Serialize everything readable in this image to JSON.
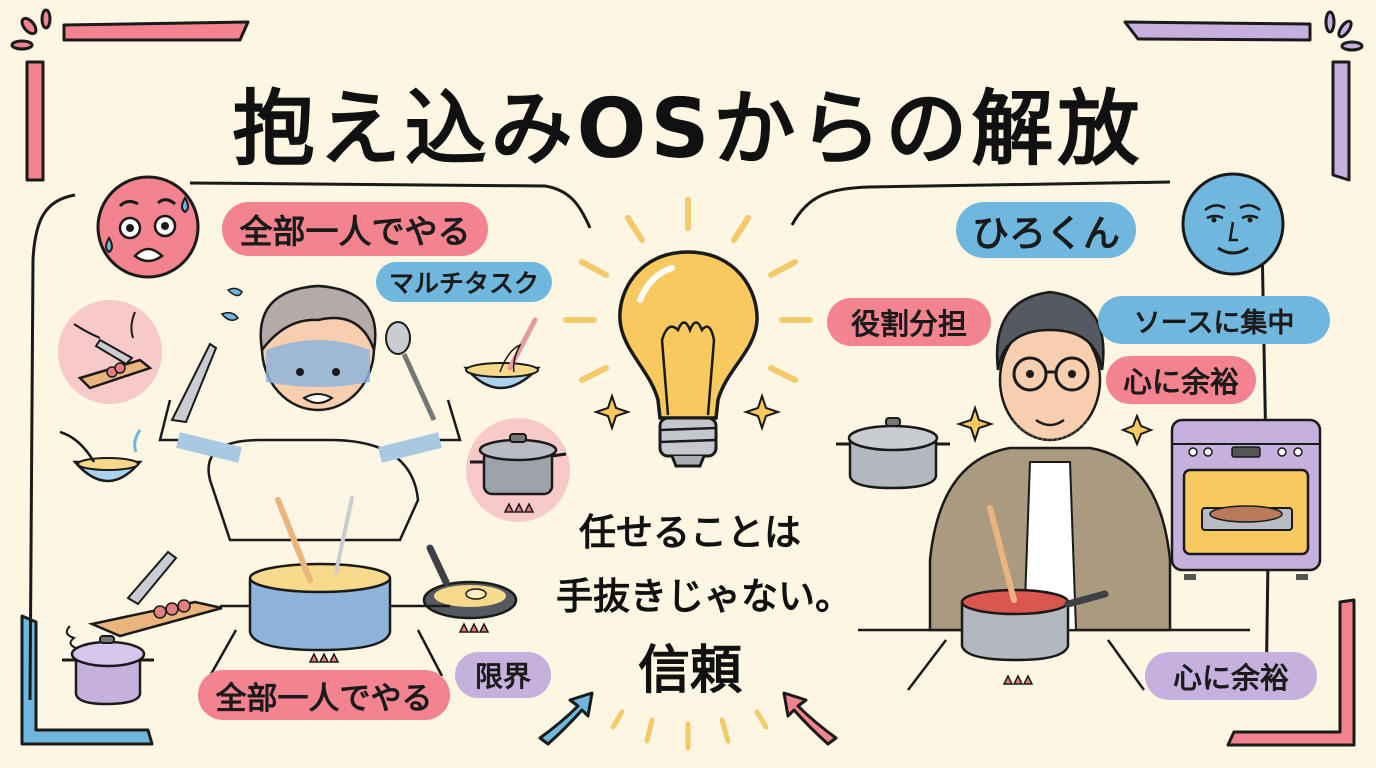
{
  "title": "抱え込みOSからの解放",
  "colors": {
    "background": "#fcf6e2",
    "pink": "#f2838f",
    "blue": "#6fb7dc",
    "purple": "#c6b1de",
    "yellow": "#f7c95e",
    "outline": "#1a1a1a"
  },
  "left_panel": {
    "face_icon": "stressed-face-icon",
    "labels": {
      "top": "全部一人でやる",
      "multitask": "マルチタスク",
      "bottom": "全部一人でやる",
      "limit": "限界"
    },
    "illustrations": [
      "cutting-board-icon",
      "mixing-bowl-icon",
      "whisk-bowl-icon",
      "pot-on-stove-icon",
      "frying-pan-icon",
      "purple-pot-icon",
      "stressed-cook-multi-arms"
    ]
  },
  "center": {
    "icon": "lightbulb-icon",
    "message_line1": "任せることは",
    "message_line2": "手抜きじゃない。",
    "keyword": "信頼"
  },
  "right_panel": {
    "face_icon": "calm-face-icon",
    "labels": {
      "name": "ひろくん",
      "role_sharing": "役割分担",
      "focus_sauce": "ソースに集中",
      "peace_of_mind_top": "心に余裕",
      "peace_of_mind_bottom": "心に余裕"
    },
    "illustrations": [
      "grey-pot-icon",
      "oven-icon",
      "saucepan-icon",
      "calm-cook-with-glasses"
    ]
  }
}
